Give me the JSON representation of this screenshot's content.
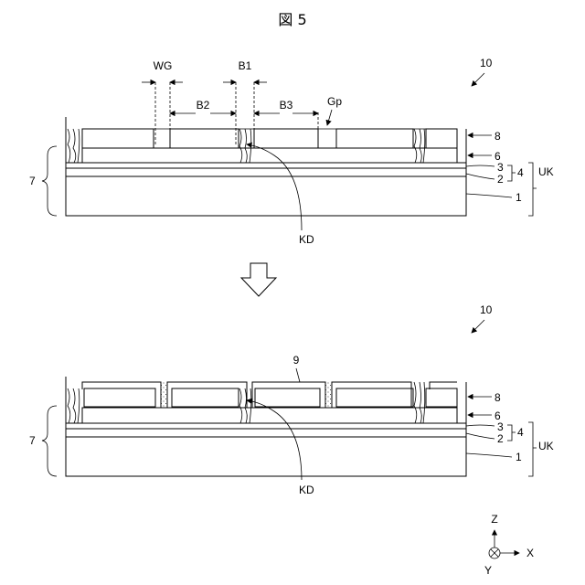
{
  "figure": {
    "title": "図 5",
    "top": {
      "ref": "10",
      "dims": {
        "wg": "WG",
        "b1": "B1",
        "b2": "B2",
        "b3": "B3",
        "gp": "Gp"
      },
      "layers": {
        "l8": "8",
        "l6": "6",
        "l3": "3",
        "l2": "2",
        "l1": "1",
        "l4": "4",
        "uk": "UK",
        "l7": "7"
      },
      "kd": "KD"
    },
    "bottom": {
      "ref": "10",
      "l9": "9",
      "layers": {
        "l8": "8",
        "l6": "6",
        "l3": "3",
        "l2": "2",
        "l1": "1",
        "l4": "4",
        "uk": "UK",
        "l7": "7"
      },
      "kd": "KD"
    },
    "axes": {
      "z": "Z",
      "x": "X",
      "y": "Y"
    }
  }
}
